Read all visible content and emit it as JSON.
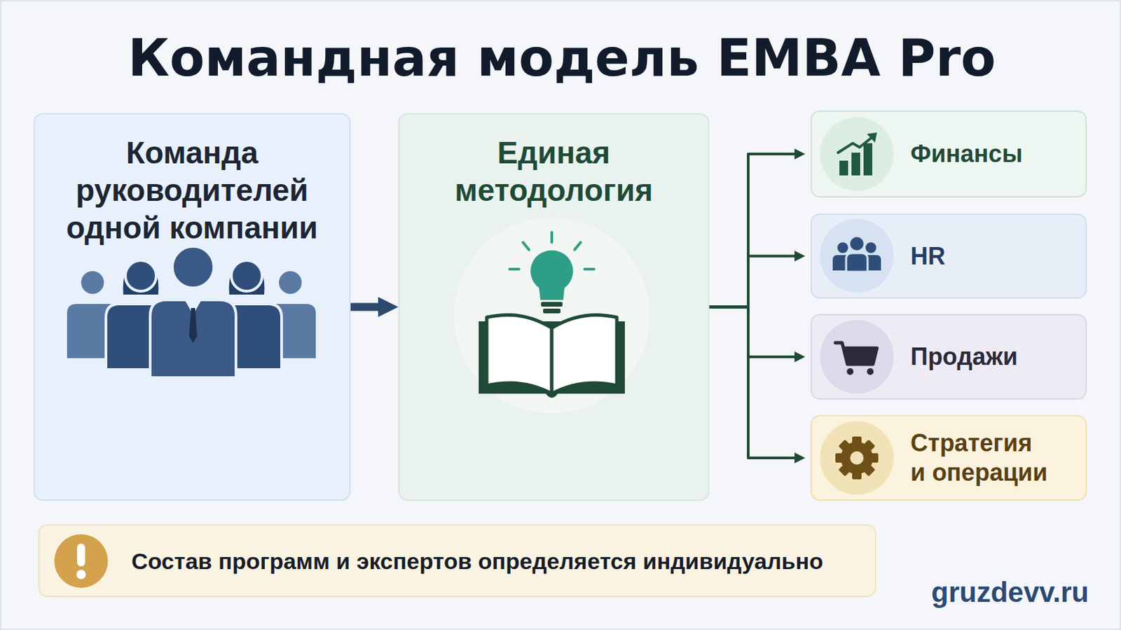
{
  "diagram": {
    "title": "Командная модель EMBA Pro",
    "nodes": [
      {
        "text": [
          "Команда руководителей одной компании"
        ]
      },
      {
        "text": [
          "Единая методология"
        ]
      },
      {
        "text": [
          "Финансы"
        ]
      },
      {
        "text": [
          "HR"
        ]
      },
      {
        "text": [
          "Продажи"
        ]
      },
      {
        "text": [
          "Стратегия и операции"
        ]
      },
      {
        "text": [
          "Состав программ и экспертов определяется индивидуально"
        ]
      }
    ],
    "edges": [
      {
        "from": 0,
        "to": 1,
        "arrow": "to"
      },
      {
        "from": 1,
        "to": 2,
        "arrow": "to"
      },
      {
        "from": 1,
        "to": 3,
        "arrow": "to"
      },
      {
        "from": 1,
        "to": 4,
        "arrow": "to"
      },
      {
        "from": 1,
        "to": 5,
        "arrow": "to"
      }
    ],
    "labels": [
      "gruzdevv.ru"
    ]
  }
}
